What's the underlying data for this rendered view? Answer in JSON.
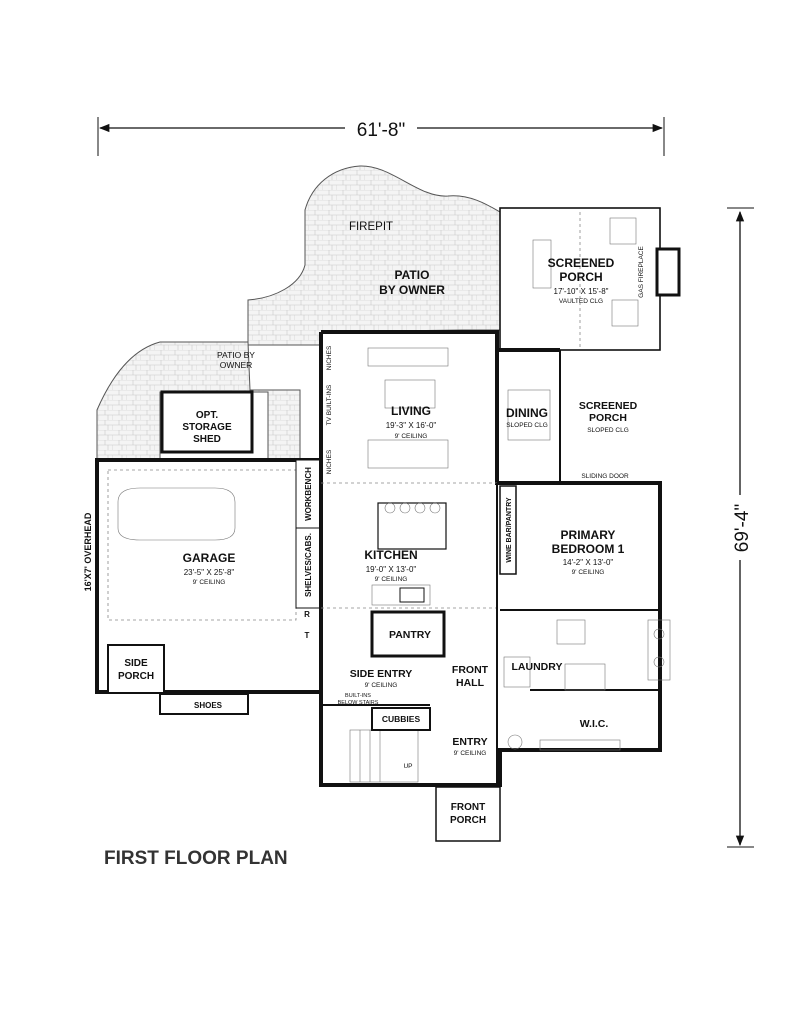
{
  "plan": {
    "title": "FIRST FLOOR PLAN",
    "overall_width": "61'-8\"",
    "overall_depth": "69'-4\""
  },
  "rooms": {
    "firepit": "FIREPIT",
    "patio_owner_1": "PATIO",
    "patio_owner_2": "BY OWNER",
    "patio_left_1": "PATIO BY",
    "patio_left_2": "OWNER",
    "screened_porch_1": "SCREENED",
    "screened_porch_2": "PORCH",
    "screened_porch_dim": "17'-10\" X 15'-8\"",
    "screened_porch_clg": "VAULTED CLG",
    "gas_fireplace": "GAS FIREPLACE",
    "storage_1": "OPT.",
    "storage_2": "STORAGE",
    "storage_3": "SHED",
    "living": "LIVING",
    "living_dim": "19'-3\" X 16'-0\"",
    "living_clg": "9' CEILING",
    "tv_builtins": "TV BUILT-INS",
    "niches_top": "NICHES",
    "niches_bottom": "NICHES",
    "dining": "DINING",
    "dining_clg": "SLOPED CLG",
    "screened_porch_b_1": "SCREENED",
    "screened_porch_b_2": "PORCH",
    "screened_porch_b_clg": "SLOPED CLG",
    "sliding_door": "SLIDING DOOR",
    "garage_door": "16'X7' OVERHEAD",
    "garage": "GARAGE",
    "garage_dim": "23'-5\" X 25'-8\"",
    "garage_clg": "9' CEILING",
    "workbench": "WORKBENCH",
    "shelves": "SHELVES/CABS.",
    "r_mark": "R",
    "t_mark": "T",
    "kitchen": "KITCHEN",
    "kitchen_dim": "19'-0\" X 13'-0\"",
    "kitchen_clg": "9' CEILING",
    "wine_bar": "WINE BAR/PANTRY",
    "primary_1": "PRIMARY",
    "primary_2": "BEDROOM 1",
    "primary_dim": "14'-2\" X 13'-0\"",
    "primary_clg": "9' CEILING",
    "pantry": "PANTRY",
    "side_entry": "SIDE ENTRY",
    "side_entry_clg": "9' CEILING",
    "builtins_1": "BUILT-INS",
    "builtins_2": "BELOW STAIRS",
    "front_hall_1": "FRONT",
    "front_hall_2": "HALL",
    "laundry": "LAUNDRY",
    "wic": "W.I.C.",
    "side_porch_1": "SIDE",
    "side_porch_2": "PORCH",
    "shoes": "SHOES",
    "cubbies": "CUBBIES",
    "up": "UP",
    "entry": "ENTRY",
    "entry_clg": "9' CEILING",
    "front_porch_1": "FRONT",
    "front_porch_2": "PORCH"
  }
}
